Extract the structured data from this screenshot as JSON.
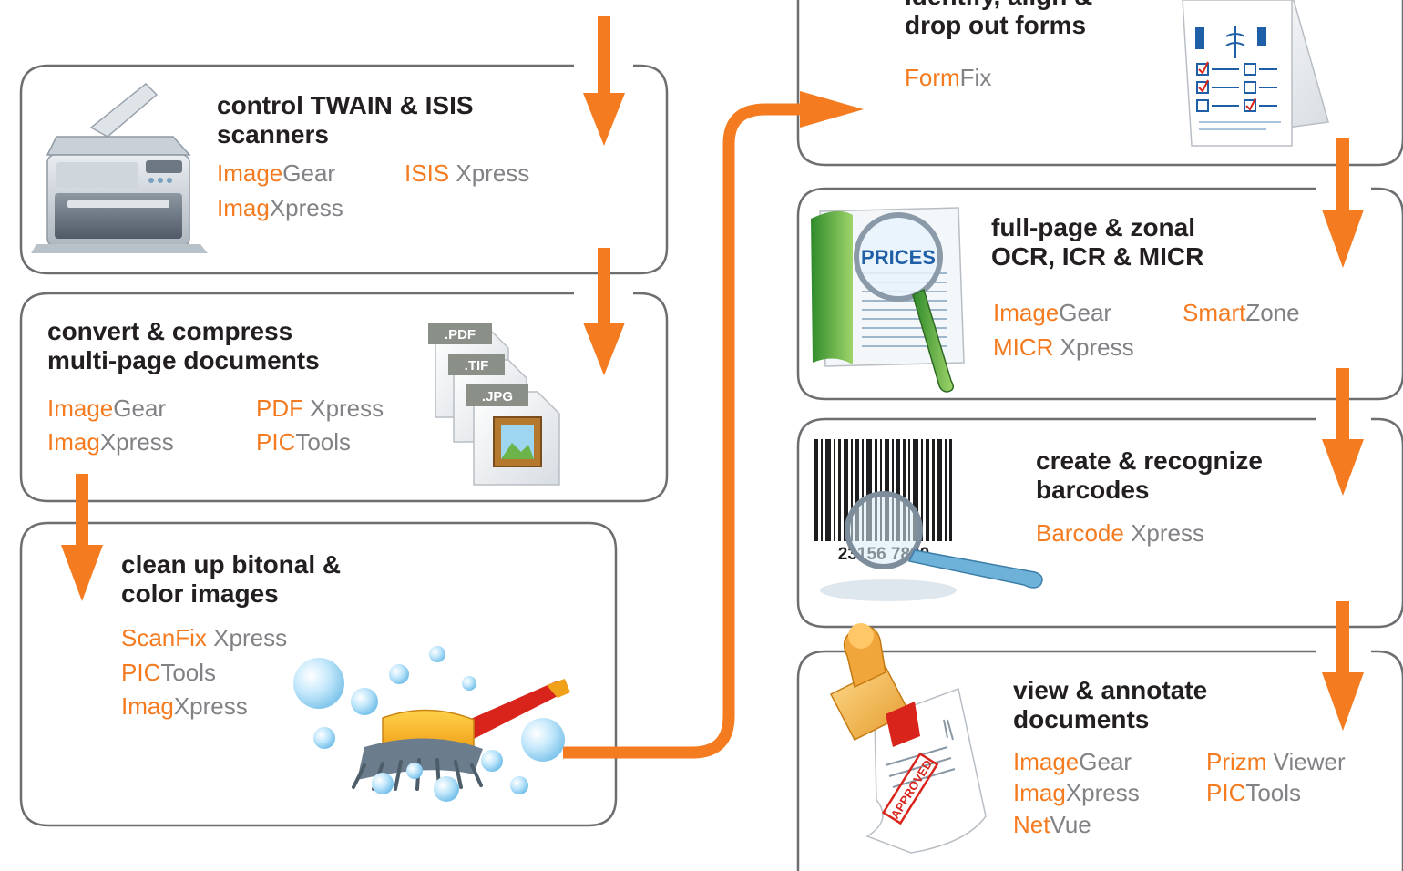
{
  "colors": {
    "accent": "#f47b20",
    "product_secondary": "#808285",
    "box_border": "#6d6e71",
    "title": "#231f20"
  },
  "steps": {
    "scan": {
      "title": [
        "control TWAIN & ISIS",
        "scanners"
      ],
      "products": [
        {
          "a": "Image",
          "b": "Gear"
        },
        {
          "a": "ISIS",
          "b": " Xpress"
        },
        {
          "a": "Imag",
          "b": "Xpress"
        }
      ],
      "icon": "scanner-icon"
    },
    "convert": {
      "title": [
        "convert & compress",
        "multi-page documents"
      ],
      "products": [
        {
          "a": "Image",
          "b": "Gear"
        },
        {
          "a": "PDF",
          "b": " Xpress"
        },
        {
          "a": "Imag",
          "b": "Xpress"
        },
        {
          "a": "PIC",
          "b": "Tools"
        }
      ],
      "icon": "file-formats-icon",
      "file_labels": [
        ".PDF",
        ".TIF",
        ".JPG"
      ]
    },
    "cleanup": {
      "title": [
        "clean up bitonal &",
        "color images"
      ],
      "products": [
        {
          "a": "ScanFix",
          "b": " Xpress"
        },
        {
          "a": "PIC",
          "b": "Tools"
        },
        {
          "a": "Imag",
          "b": "Xpress"
        }
      ],
      "icon": "brush-bubbles-icon"
    },
    "forms": {
      "title": [
        "identify, align &",
        "drop out forms"
      ],
      "products": [
        {
          "a": "Form",
          "b": "Fix"
        }
      ],
      "icon": "medical-forms-icon"
    },
    "ocr": {
      "title": [
        "full-page & zonal",
        "OCR, ICR & MICR"
      ],
      "products": [
        {
          "a": "Image",
          "b": "Gear"
        },
        {
          "a": "Smart",
          "b": "Zone"
        },
        {
          "a": "MICR",
          "b": " Xpress"
        }
      ],
      "icon": "magnifier-prices-icon",
      "icon_text": "PRICES"
    },
    "barcode": {
      "title": [
        "create & recognize",
        "barcodes"
      ],
      "products": [
        {
          "a": "Barcode",
          "b": " Xpress"
        }
      ],
      "icon": "barcode-magnifier-icon",
      "icon_text": "23156 7890"
    },
    "view": {
      "title": [
        "view & annotate",
        "documents"
      ],
      "products": [
        {
          "a": "Image",
          "b": "Gear"
        },
        {
          "a": "Prizm",
          "b": " Viewer"
        },
        {
          "a": "Imag",
          "b": "Xpress"
        },
        {
          "a": "PIC",
          "b": "Tools"
        },
        {
          "a": "Net",
          "b": "Vue"
        }
      ],
      "icon": "approved-stamp-icon",
      "icon_text": "APPROVED"
    }
  }
}
